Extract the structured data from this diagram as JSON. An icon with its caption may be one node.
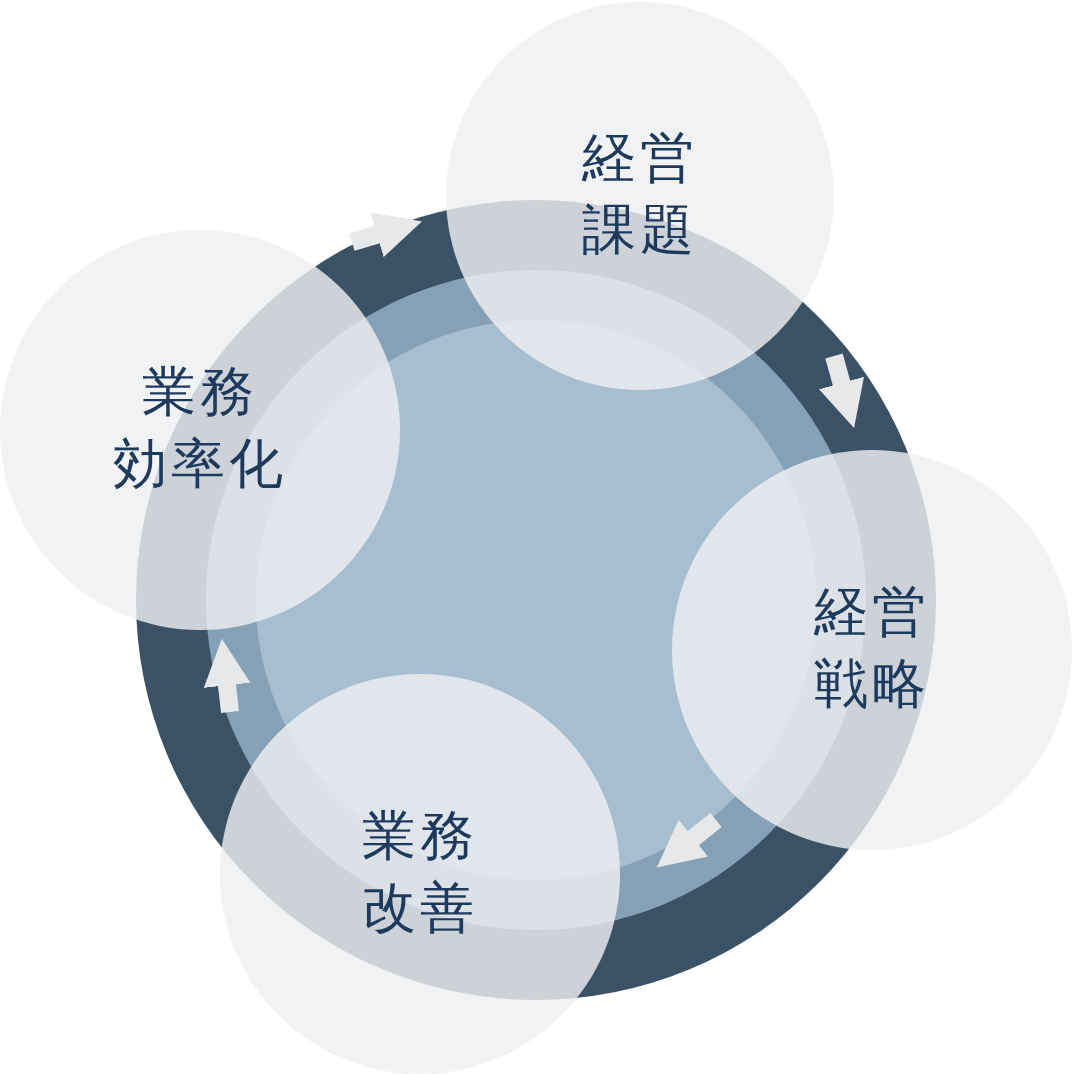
{
  "diagram": {
    "nodes": [
      {
        "text": [
          "経営課題"
        ]
      },
      {
        "text": [
          "業務効率化"
        ]
      },
      {
        "text": [
          "経営戦略"
        ]
      },
      {
        "text": [
          "業務改善"
        ]
      }
    ],
    "edges": [
      {
        "from": 1,
        "to": 0,
        "arrow": "to"
      },
      {
        "from": 0,
        "to": 2,
        "arrow": "to"
      },
      {
        "from": 2,
        "to": 3,
        "arrow": "to"
      },
      {
        "from": 3,
        "to": 1,
        "arrow": "to"
      }
    ]
  }
}
